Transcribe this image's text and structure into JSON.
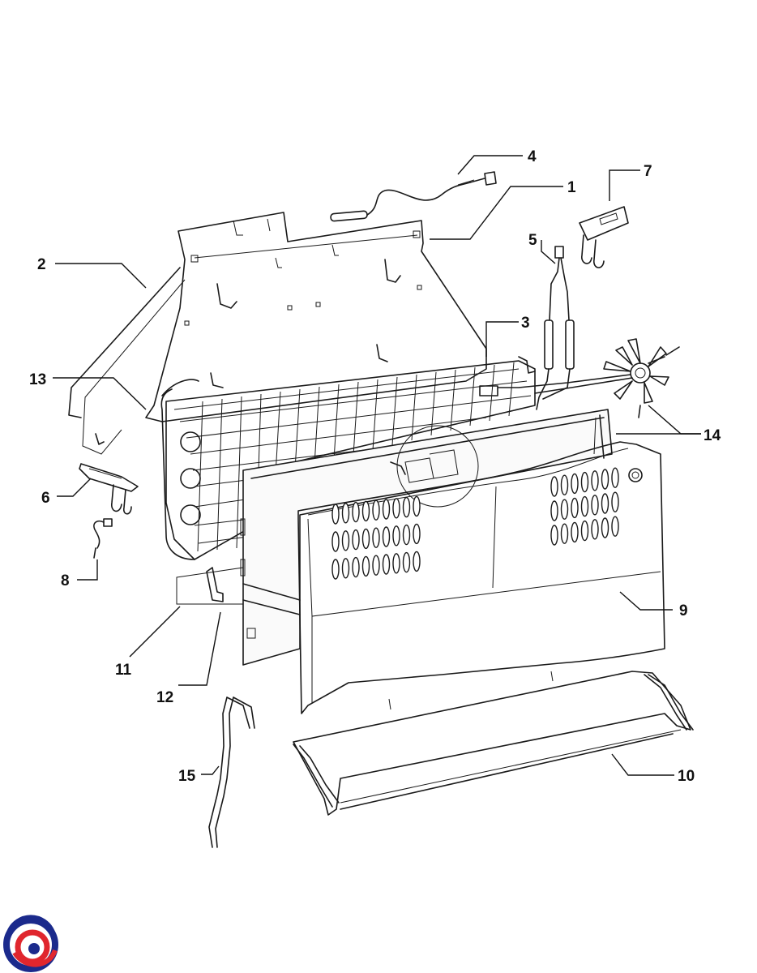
{
  "diagram": {
    "callouts": [
      {
        "id": "label-1",
        "text": "1"
      },
      {
        "id": "label-2",
        "text": "2"
      },
      {
        "id": "label-3",
        "text": "3"
      },
      {
        "id": "label-4",
        "text": "4"
      },
      {
        "id": "label-5",
        "text": "5"
      },
      {
        "id": "label-6",
        "text": "6"
      },
      {
        "id": "label-7",
        "text": "7"
      },
      {
        "id": "label-8",
        "text": "8"
      },
      {
        "id": "label-9",
        "text": "9"
      },
      {
        "id": "label-10",
        "text": "10"
      },
      {
        "id": "label-11",
        "text": "11"
      },
      {
        "id": "label-12",
        "text": "12"
      },
      {
        "id": "label-13",
        "text": "13"
      },
      {
        "id": "label-14",
        "text": "14"
      },
      {
        "id": "label-15",
        "text": "15"
      }
    ],
    "logo": {
      "name": "brand-logo",
      "colors": [
        "#1b2a8c",
        "#e0262e"
      ]
    }
  }
}
